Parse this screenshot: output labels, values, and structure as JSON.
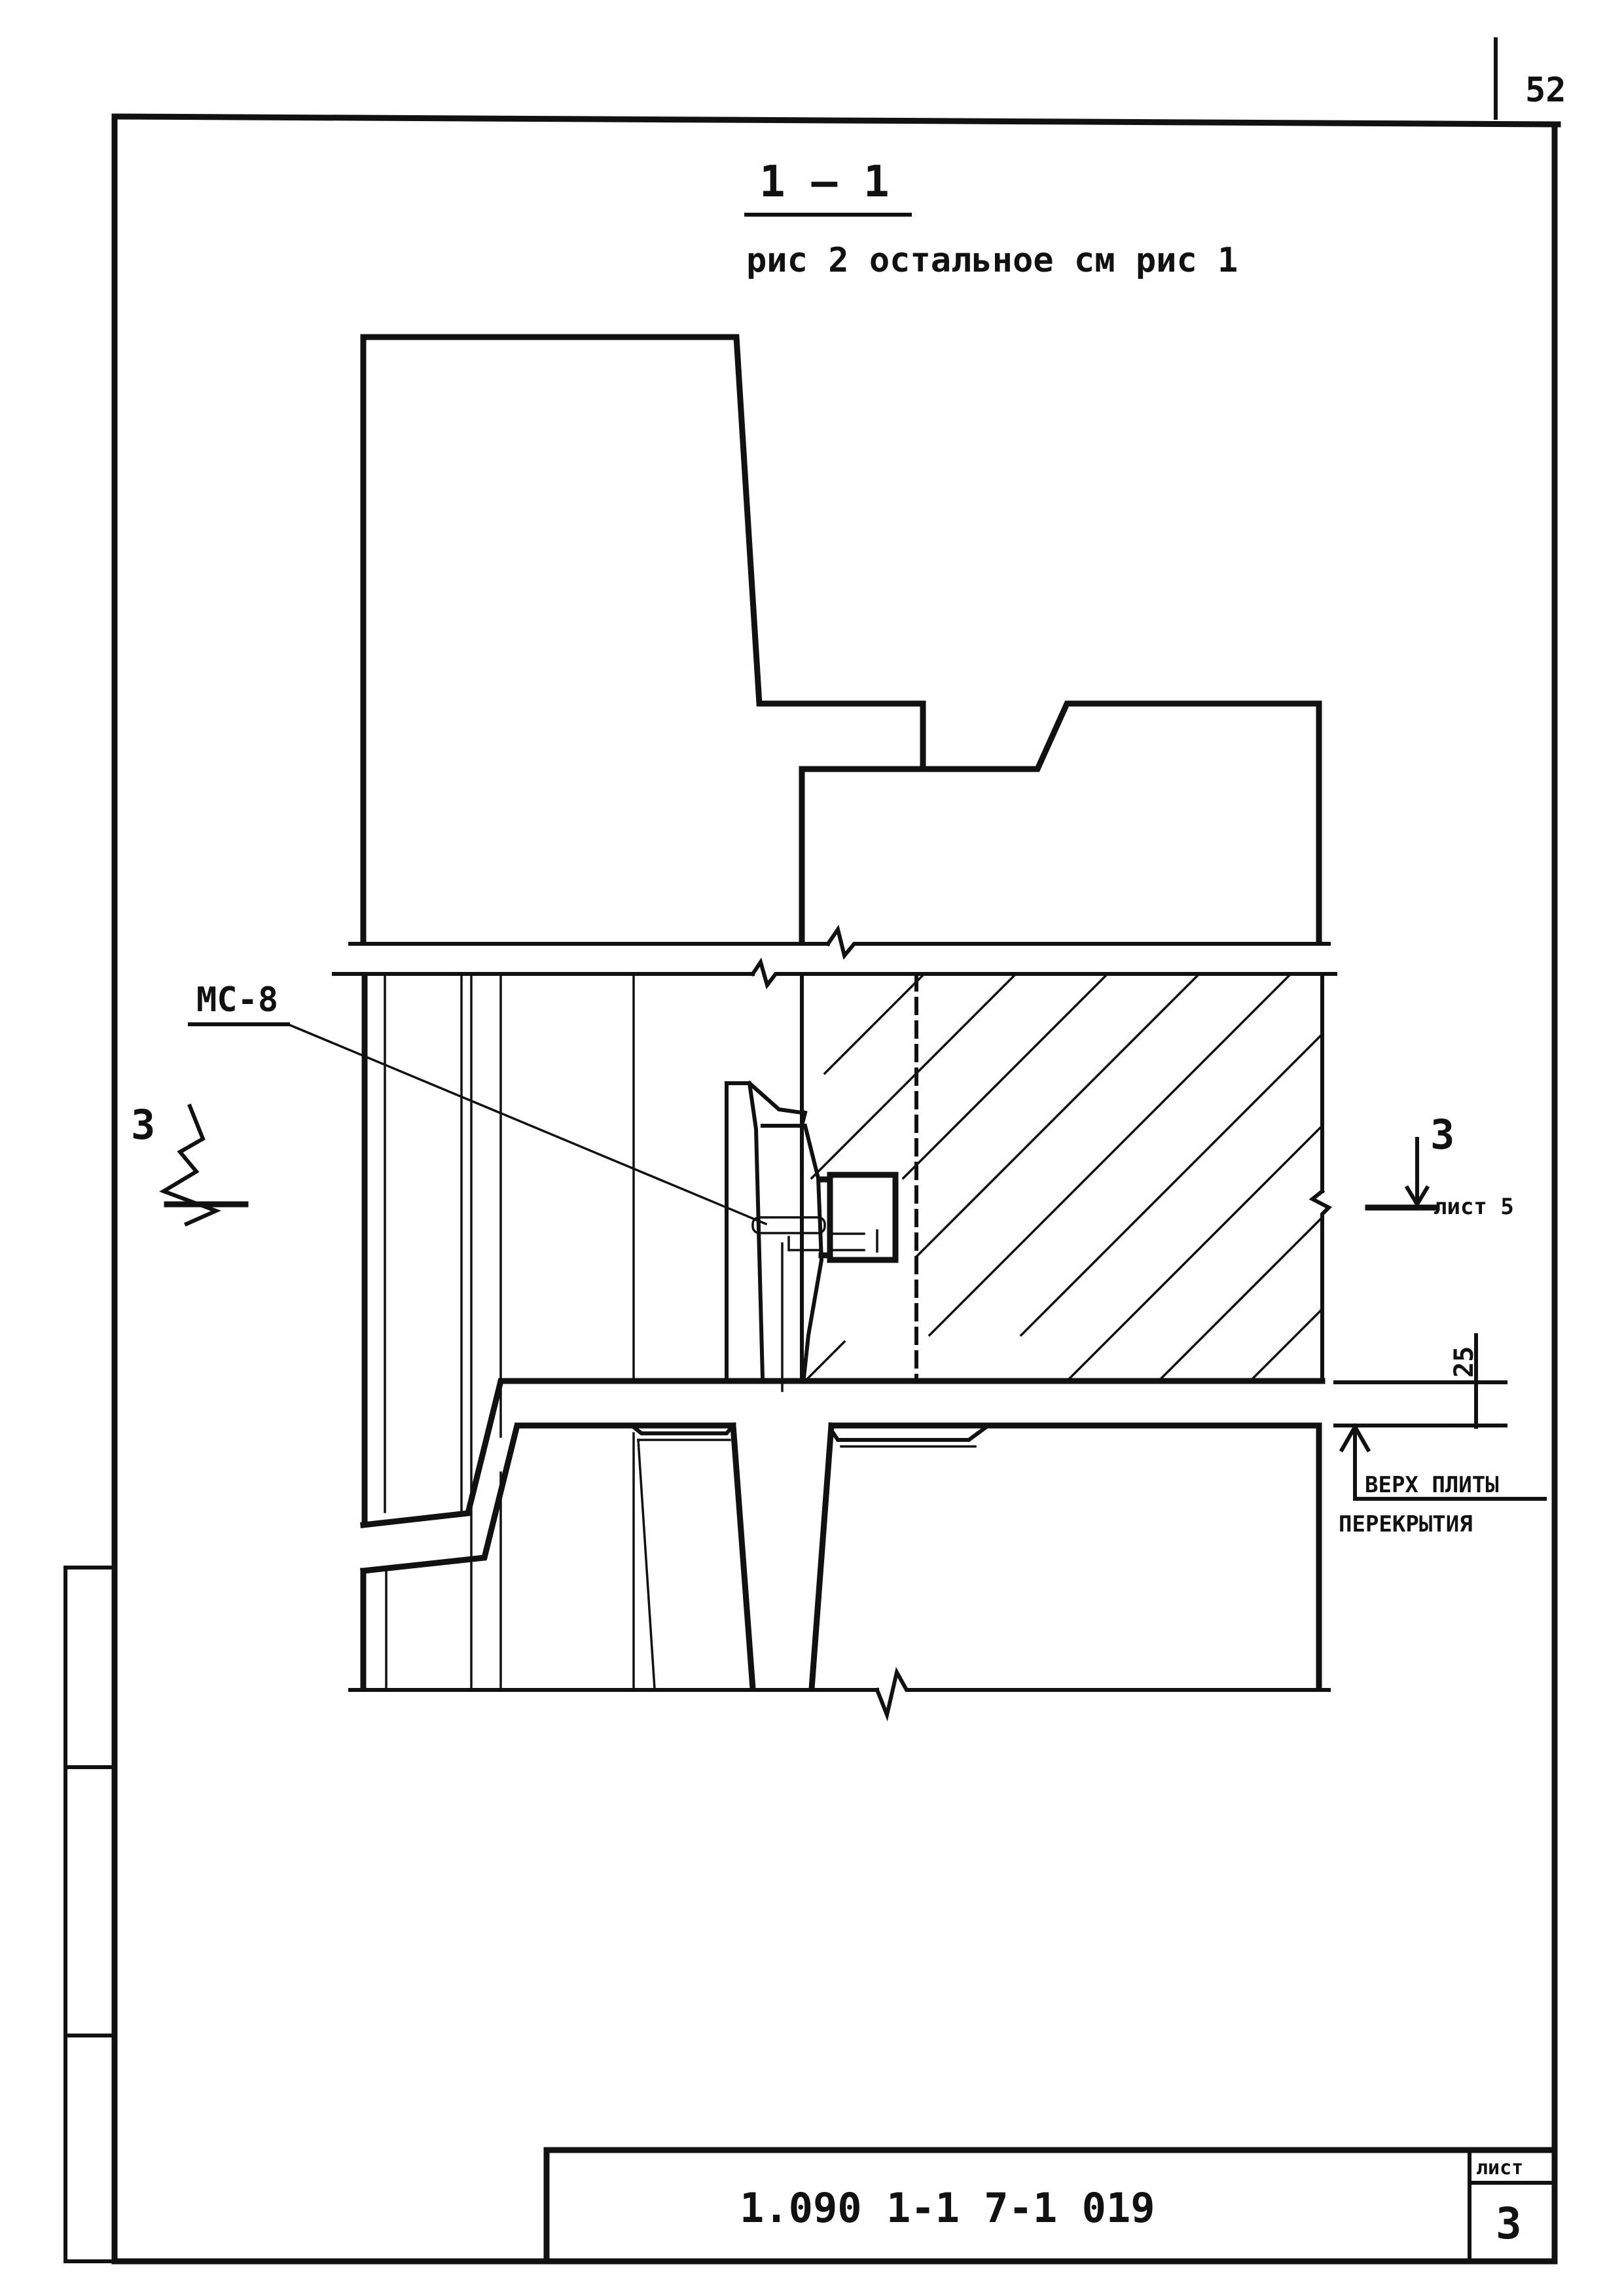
{
  "page_number": "52",
  "section": {
    "title": "1 – 1",
    "subtitle": "рис 2   остальное см рис 1"
  },
  "labels": {
    "part_mark": "МС-8",
    "section_left": "3",
    "section_right": "3",
    "section_sheet_ref": "лист 5",
    "dimension": "25",
    "slab_top_line1": "ВЕРХ ПЛИТЫ",
    "slab_top_line2": "ПЕРЕКРЫТИЯ"
  },
  "title_block": {
    "designation": "1.090 1-1 7-1 019",
    "sheet_label": "лист",
    "sheet_number": "3"
  }
}
